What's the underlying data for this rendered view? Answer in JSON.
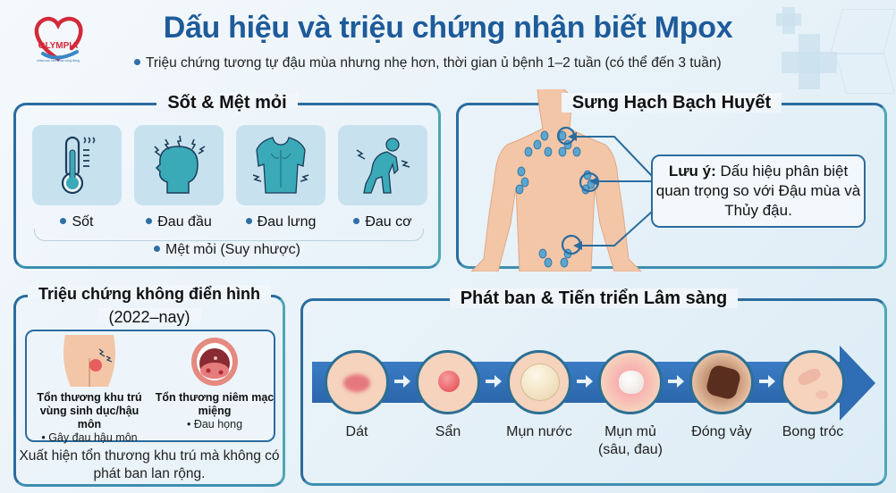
{
  "header": {
    "logo_text": "OLYMPIA",
    "logo_tagline": "chăm sóc sức khỏe cộng đồng",
    "title": "Dấu hiệu và triệu chứng nhận biết Mpox",
    "subtitle": "Triệu chứng tương tự đậu mùa nhưng nhẹ hơn, thời gian ủ bệnh 1–2 tuần (có thể đến 3 tuần)"
  },
  "fever_panel": {
    "title": "Sốt & Mệt mỏi",
    "symptoms": [
      {
        "label": "Sốt",
        "icon": "thermometer-icon"
      },
      {
        "label": "Đau đầu",
        "icon": "headache-icon"
      },
      {
        "label": "Đau lưng",
        "icon": "back-pain-icon"
      },
      {
        "label": "Đau cơ",
        "icon": "muscle-pain-icon"
      }
    ],
    "fatigue": "Mệt mỏi (Suy nhược)"
  },
  "lymph_panel": {
    "title": "Sưng Hạch Bạch Huyết",
    "note_bold": "Lưu ý:",
    "note_text": " Dấu hiệu phân biệt quan trọng so với Đậu mùa và Thủy đậu."
  },
  "atypical_panel": {
    "title_line1": "Triệu chứng không điển hình",
    "title_line2": "(2022–nay)",
    "items": [
      {
        "title": "Tổn thương khu trú vùng sinh dục/hậu môn",
        "detail": "• Gây đau hậu môn",
        "icon": "anal-lesion-icon"
      },
      {
        "title": "Tổn thương niêm mạc miệng",
        "detail": "• Đau họng",
        "icon": "mouth-lesion-icon"
      }
    ],
    "footer": "Xuất hiện tổn thương khu trú mà không có phát ban lan rộng."
  },
  "rash_panel": {
    "title": "Phát ban & Tiến triển Lâm sàng",
    "stages": [
      {
        "label": "Dát"
      },
      {
        "label": "Sẩn"
      },
      {
        "label": "Mụn nước"
      },
      {
        "label": "Mụn mủ\n(sâu, đau)"
      },
      {
        "label": "Đóng vảy"
      },
      {
        "label": "Bong tróc"
      }
    ]
  },
  "colors": {
    "title_blue": "#1e5b9a",
    "panel_border": "#2a6c9e",
    "icon_teal": "#3aa9b8",
    "icon_bg": "#c7e2ee",
    "band_blue": "#2f6db4",
    "skin": "#f4c6a8"
  }
}
